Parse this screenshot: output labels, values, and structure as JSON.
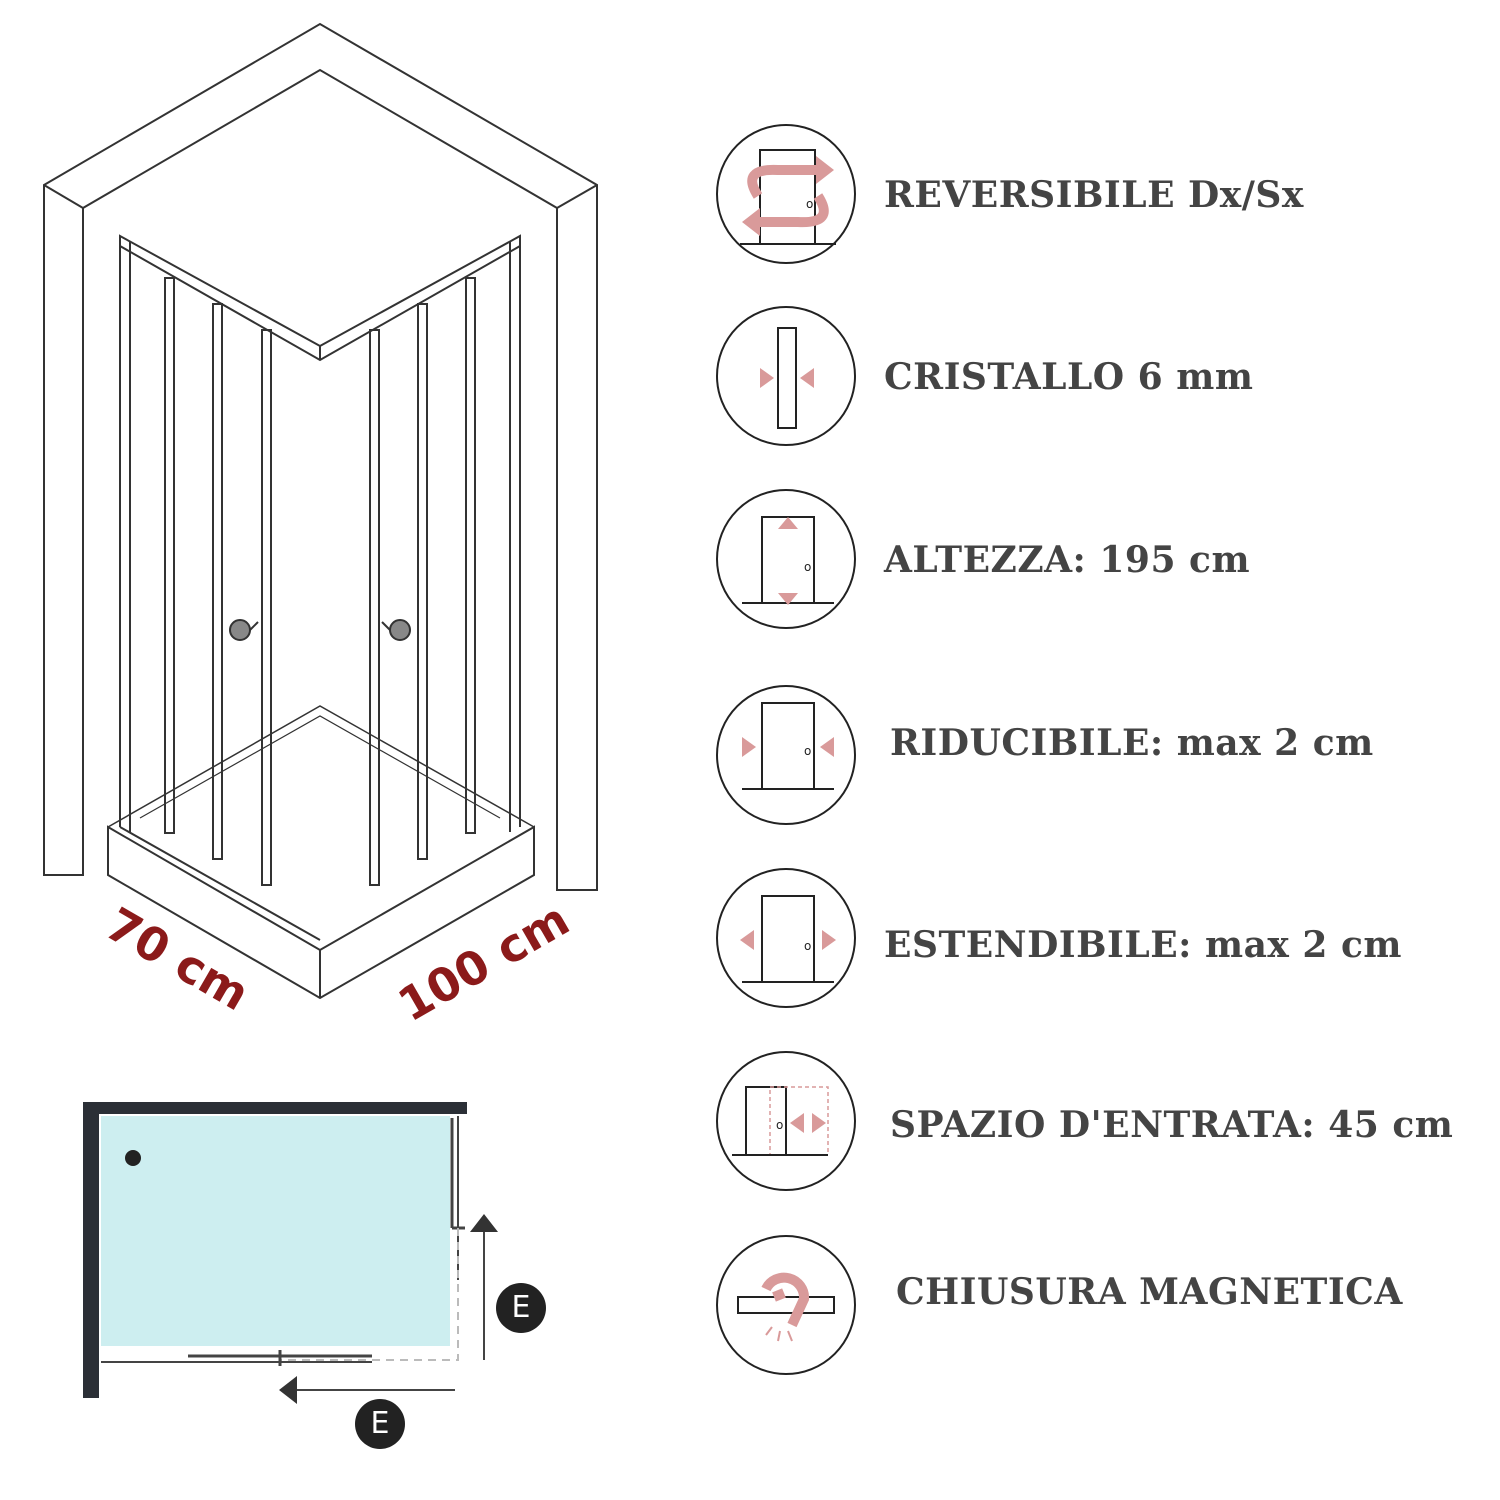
{
  "dimensions": {
    "left_width": "70 cm",
    "right_width": "100 cm"
  },
  "plan": {
    "entry_marker_1": "E",
    "entry_marker_2": "E"
  },
  "features": [
    {
      "label": "REVERSIBILE Dx/Sx",
      "icon": "reversible-icon"
    },
    {
      "label": "CRISTALLO 6 mm",
      "icon": "glass-thickness-icon"
    },
    {
      "label": "ALTEZZA: 195 cm",
      "icon": "height-icon"
    },
    {
      "label": "RIDUCIBILE: max 2 cm",
      "icon": "reducible-icon"
    },
    {
      "label": "ESTENDIBILE: max 2 cm",
      "icon": "extendable-icon"
    },
    {
      "label": "SPAZIO D'ENTRATA: 45 cm",
      "icon": "entry-space-icon"
    },
    {
      "label": "CHIUSURA MAGNETICA",
      "icon": "magnet-icon"
    }
  ],
  "colors": {
    "accent": "#8b1a1a",
    "icon_accent": "#d99a9a",
    "glass": "#cdeef0",
    "text": "#444444"
  }
}
